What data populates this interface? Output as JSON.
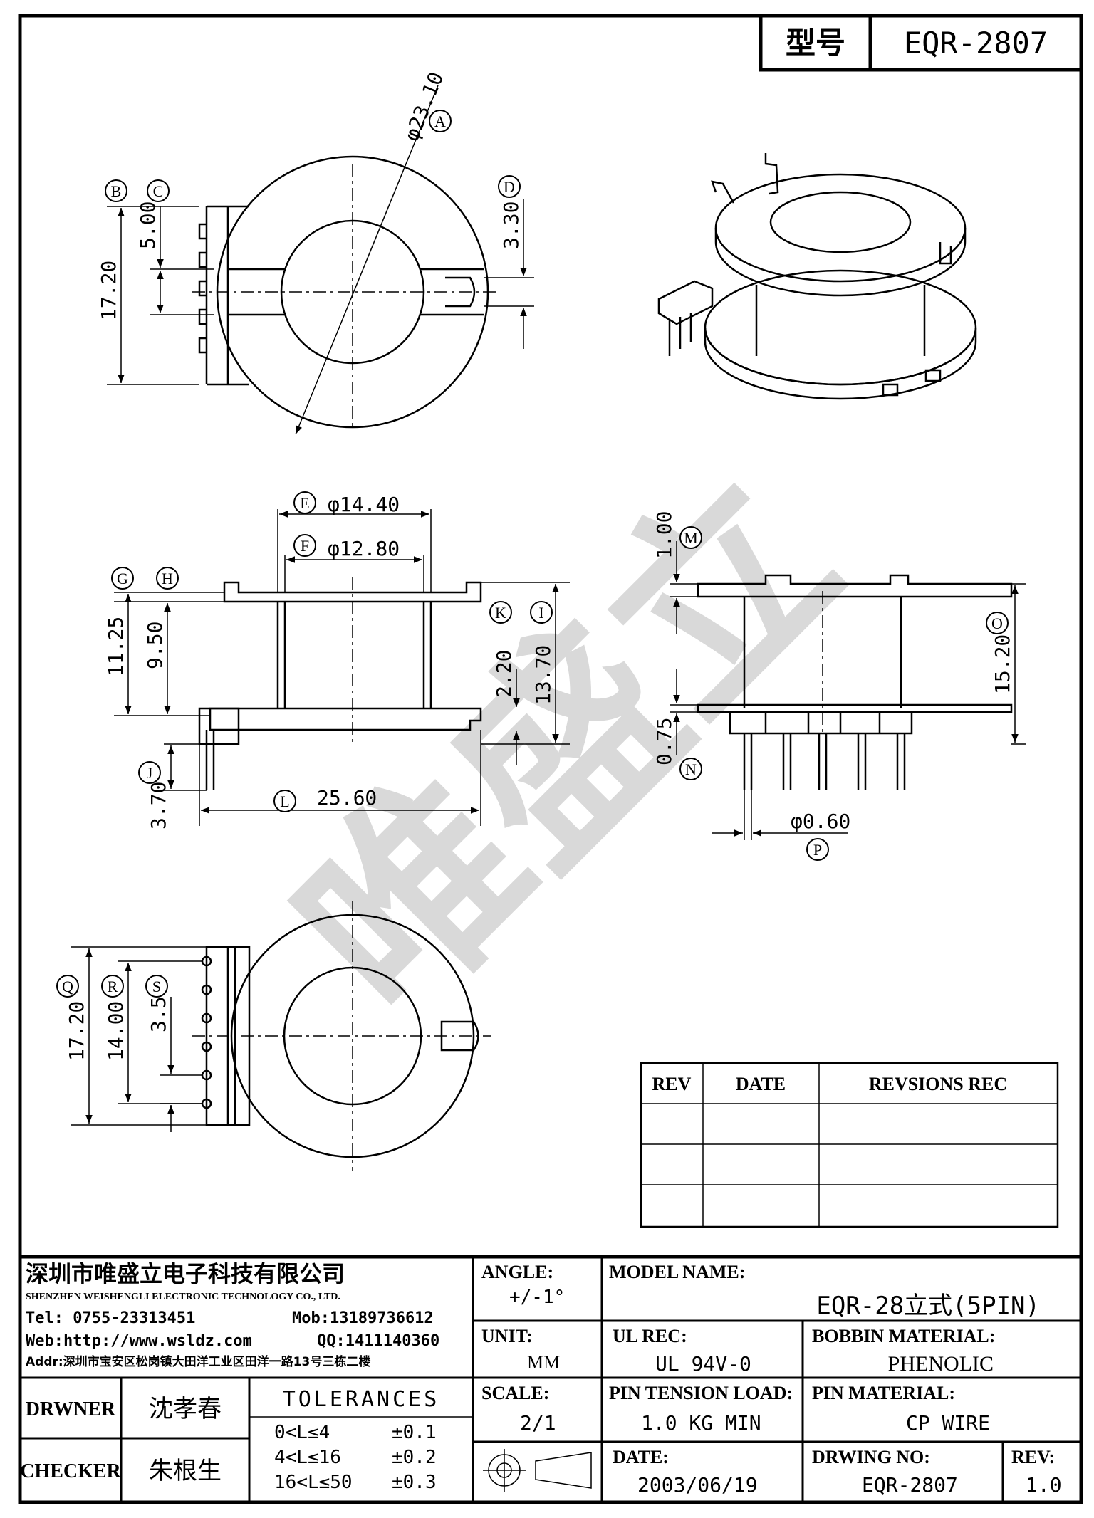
{
  "model_box": {
    "label": "型号",
    "value": "EQR-2807"
  },
  "watermark": "唯盛立",
  "page_number_partial": "",
  "dimensions": {
    "A": "φ23.10",
    "B": "17.20",
    "C": "5.00",
    "D": "3.30",
    "E": "φ14.40",
    "F": "φ12.80",
    "G": "11.25",
    "H": "9.50",
    "I": "13.70",
    "J": "3.70",
    "K": "2.20",
    "L": "25.60",
    "M": "1.00",
    "N": "0.75",
    "O": "15.20",
    "P": "φ0.60",
    "Q": "17.20",
    "R": "14.00",
    "S": "3.50"
  },
  "markers": [
    "A",
    "B",
    "C",
    "D",
    "E",
    "F",
    "G",
    "H",
    "I",
    "J",
    "K",
    "L",
    "M",
    "N",
    "O",
    "P",
    "Q",
    "R",
    "S"
  ],
  "revision_table": {
    "headers": [
      "REV",
      "DATE",
      "REVSIONS REC"
    ],
    "rows": [
      [
        "",
        "",
        ""
      ],
      [
        "",
        "",
        ""
      ],
      [
        "",
        "",
        ""
      ]
    ]
  },
  "company": {
    "name_cn": "深圳市唯盛立电子科技有限公司",
    "name_en": "SHENZHEN WEISHENGLI ELECTRONIC TECHNOLOGY CO., LTD.",
    "tel": "Tel: 0755-23313451",
    "mob": "Mob:13189736612",
    "web": "Web:http://www.wsldz.com",
    "qq": "QQ:1411140360",
    "addr": "Addr:深圳市宝安区松岗镇大田洋工业区田洋一路13号三栋二楼"
  },
  "title_block": {
    "angle_label": "ANGLE:",
    "angle_value": "+/-1°",
    "unit_label": "UNIT:",
    "unit_value": "MM",
    "scale_label": "SCALE:",
    "scale_value": "2/1",
    "model_name_label": "MODEL NAME:",
    "model_name_value": "EQR-28立式(5PIN)",
    "ul_label": "UL REC:",
    "ul_value": "UL 94V-0",
    "bobbin_label": "BOBBIN MATERIAL:",
    "bobbin_value": "PHENOLIC",
    "pin_tension_label": "PIN TENSION LOAD:",
    "pin_tension_value": "1.0 KG MIN",
    "pin_material_label": "PIN MATERIAL:",
    "pin_material_value": "CP WIRE",
    "date_label": "DATE:",
    "date_value": "2003/06/19",
    "drawing_no_label": "DRWING NO:",
    "drawing_no_value": "EQR-2807",
    "rev_label": "REV:",
    "rev_value": "1.0",
    "drawer_label": "DRWNER",
    "drawer_value": "沈孝春",
    "checker_label": "CHECKER",
    "checker_value": "朱根生",
    "tolerances_title": "TOLERANCES",
    "tolerances": [
      {
        "range": "0<L≤4",
        "value": "±0.1"
      },
      {
        "range": "4<L≤16",
        "value": "±0.2"
      },
      {
        "range": "16<L≤50",
        "value": "±0.3"
      }
    ]
  }
}
